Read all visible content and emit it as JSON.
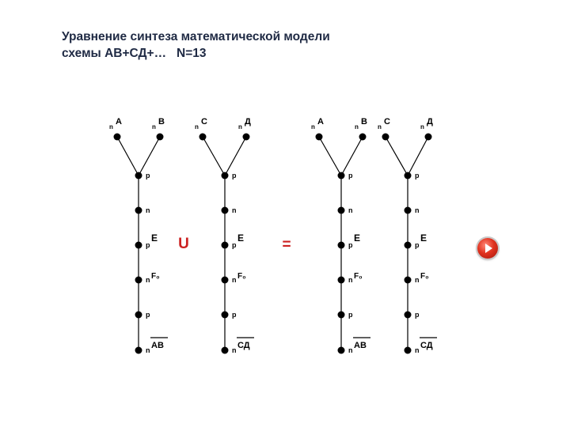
{
  "title": {
    "line1": "Уравнение синтеза математической модели",
    "line2": "схемы АВ+СД+…   N=13"
  },
  "operators": {
    "union": "U",
    "equals": "="
  },
  "trees": [
    {
      "top": [
        {
          "pole": "n",
          "name": "A"
        },
        {
          "pole": "n",
          "name": "B"
        }
      ],
      "chain": [
        {
          "p": "p",
          "t": ""
        },
        {
          "p": "n",
          "t": ""
        },
        {
          "p": "p",
          "t": "E"
        },
        {
          "p": "n",
          "t": "F₀"
        },
        {
          "p": "p",
          "t": ""
        },
        {
          "p": "n",
          "t": "AB",
          "overline": true
        }
      ]
    },
    {
      "top": [
        {
          "pole": "n",
          "name": "C"
        },
        {
          "pole": "n",
          "name": "Д"
        }
      ],
      "chain": [
        {
          "p": "p",
          "t": ""
        },
        {
          "p": "n",
          "t": ""
        },
        {
          "p": "p",
          "t": "E"
        },
        {
          "p": "n",
          "t": "F₀"
        },
        {
          "p": "p",
          "t": ""
        },
        {
          "p": "n",
          "t": "СД",
          "overline": true
        }
      ]
    },
    {
      "top": [
        {
          "pole": "n",
          "name": "A"
        },
        {
          "pole": "n",
          "name": "B"
        }
      ],
      "chain": [
        {
          "p": "p",
          "t": ""
        },
        {
          "p": "n",
          "t": ""
        },
        {
          "p": "p",
          "t": "E"
        },
        {
          "p": "n",
          "t": "F₀"
        },
        {
          "p": "p",
          "t": ""
        },
        {
          "p": "n",
          "t": "AB",
          "overline": true
        }
      ]
    },
    {
      "top": [
        {
          "pole": "n",
          "name": "C"
        },
        {
          "pole": "n",
          "name": "Д"
        }
      ],
      "chain": [
        {
          "p": "p",
          "t": ""
        },
        {
          "p": "n",
          "t": ""
        },
        {
          "p": "p",
          "t": "E"
        },
        {
          "p": "n",
          "t": "F₀"
        },
        {
          "p": "p",
          "t": ""
        },
        {
          "p": "n",
          "t": "СД",
          "overline": true
        }
      ]
    }
  ],
  "colors": {
    "operator": "#cc2222",
    "node": "#000000",
    "text": "#1f2a44",
    "play": "#e0321f"
  },
  "icons": {
    "play": "play-icon"
  }
}
